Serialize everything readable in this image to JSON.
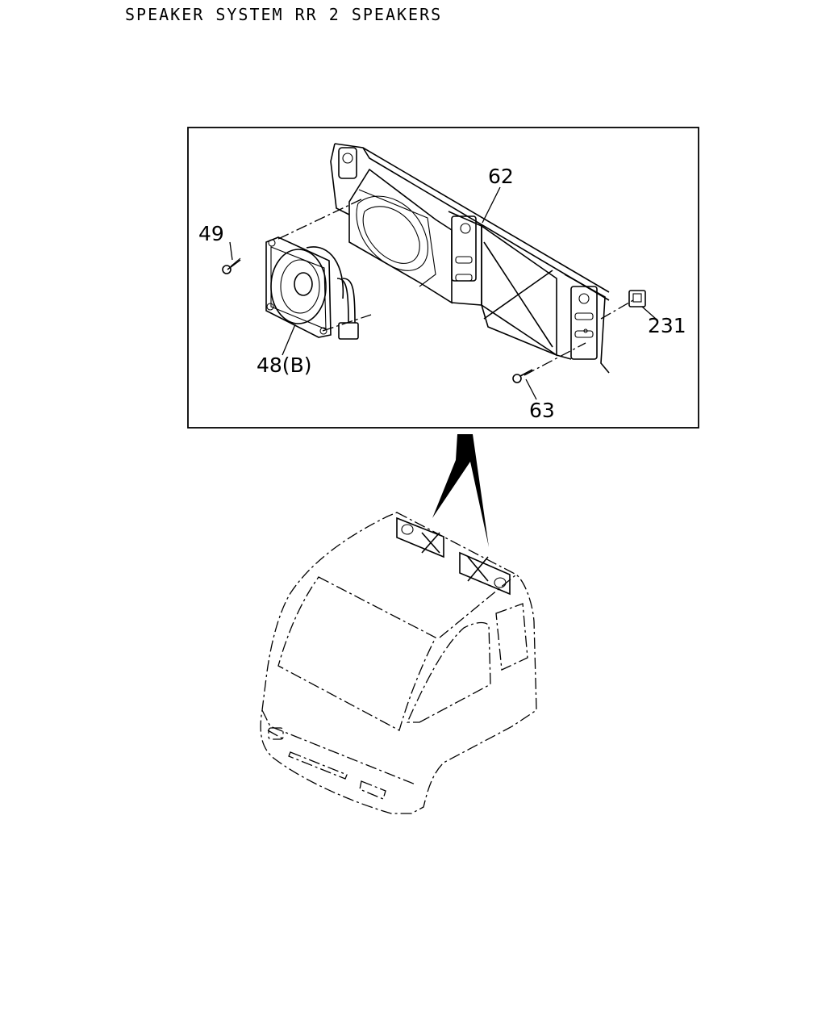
{
  "title": "SPEAKER SYSTEM RR 2 SPEAKERS",
  "callouts": {
    "p62": "62",
    "p49": "49",
    "p48b": "48(B)",
    "p231": "231",
    "p63": "63"
  }
}
